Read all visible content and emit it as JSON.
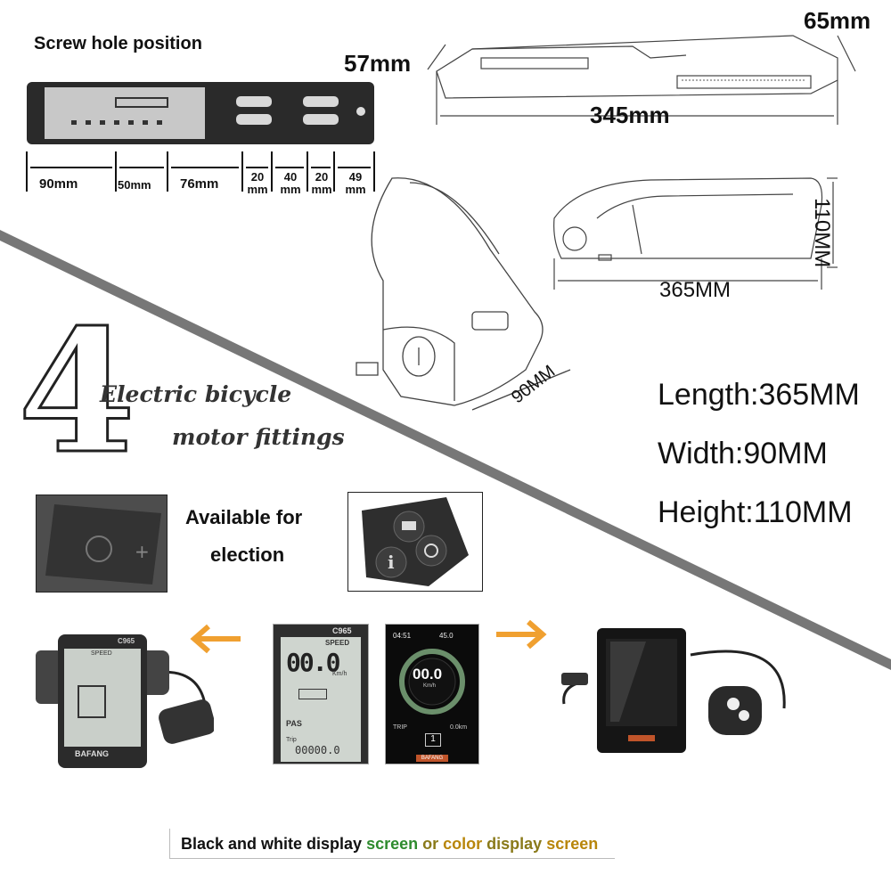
{
  "screw": {
    "title": "Screw hole position",
    "d90": "90mm",
    "d50": "50mm",
    "d76": "76mm",
    "d20a": "20",
    "d40": "40",
    "d20b": "20",
    "d49": "49",
    "mm": "mm"
  },
  "rail": {
    "d65": "65mm",
    "d57": "57mm",
    "d345": "345mm"
  },
  "battery": {
    "h110": "110MM",
    "l365": "365MM",
    "w90": "90MM"
  },
  "specs": {
    "length": "Length:365MM",
    "width": "Width:90MM",
    "height": "Height:110MM"
  },
  "section": {
    "number": "4",
    "line1": "Electric bicycle",
    "line2": "motor fittings"
  },
  "remote": {
    "avail1": "Available for",
    "avail2": "election"
  },
  "display_bw": {
    "model": "C965",
    "speed": "SPEED",
    "digits": "00.0",
    "unit": "Km/h",
    "pas": "PAS",
    "trip": "Trip",
    "brand": "BAFANG"
  },
  "display_color": {
    "time": "04:51",
    "batt": "45.0",
    "speed": "00.0",
    "unit": "Km/h",
    "trip": "TRIP",
    "level": "1",
    "dist": "0.0km",
    "brand": "BAFANG"
  },
  "caption": {
    "part1": "Black and white display ",
    "part2": "screen ",
    "part3": "or ",
    "part4": "color ",
    "part5": "display ",
    "part6": "screen"
  },
  "colors": {
    "arrow": "#f0a030",
    "green": "#2e8b2e",
    "olive": "#8a7a1a",
    "gold": "#b8860b",
    "diagonal": "#777777"
  }
}
